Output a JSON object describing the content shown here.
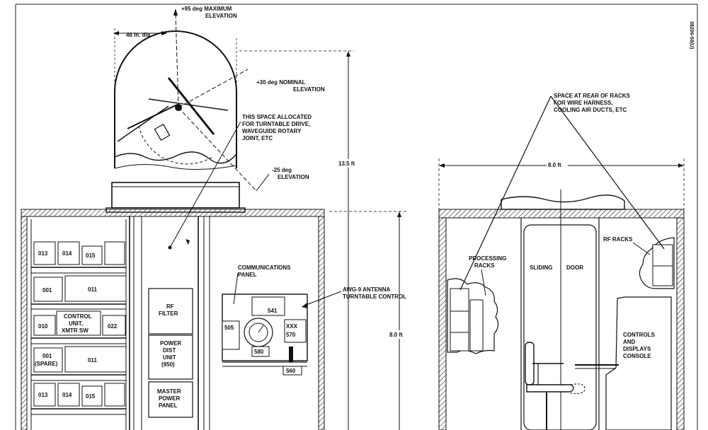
{
  "left_view": {
    "max_elev": "+95 deg MAXIMUM",
    "max_elev_2": "ELEVATION",
    "dia": "46 in. dia",
    "nom_elev": "+30 deg NOMINAL",
    "nom_elev_2": "ELEVATION",
    "space_1": "THIS SPACE ALLOCATED",
    "space_2": "FOR TURNTABLE DRIVE,",
    "space_3": "WAVEGUIDE ROTARY",
    "space_4": "JOINT, ETC",
    "neg_elev": "-25 deg",
    "neg_elev_2": "ELEVATION",
    "height_total": "13.5 ft",
    "height_shelter": "8.0 ft",
    "comm_1": "COMMUNICATIONS",
    "comm_2": "PANEL",
    "awg_1": "AWG-9 ANTENNA",
    "awg_2": "TURNTABLE CONTROL",
    "rack": {
      "r1": [
        "013",
        "014",
        "015"
      ],
      "r2": [
        "001",
        "011"
      ],
      "r3a": "010",
      "r3b_1": "CONTROL",
      "r3b_2": "UNIT,",
      "r3b_3": "XMTR SW",
      "r3c": "022",
      "r4a_1": "001",
      "r4a_2": "(SPARE)",
      "r4b": "011",
      "r5": [
        "013",
        "014",
        "015"
      ]
    },
    "rf_filter_1": "RF",
    "rf_filter_2": "FILTER",
    "pdu_1": "POWER",
    "pdu_2": "DIST",
    "pdu_3": "UNIT",
    "pdu_4": "(950)",
    "mpp_1": "MASTER",
    "mpp_2": "POWER",
    "mpp_3": "PANEL",
    "panel_nums": [
      "541",
      "505",
      "XXX",
      "570",
      "580",
      "560"
    ]
  },
  "right_view": {
    "rear_1": "SPACE AT REAR OF RACKS",
    "rear_2": "FOR WIRE HARNESS,",
    "rear_3": "COOLING AIR DUCTS, ETC",
    "width": "8.0 ft",
    "rf_racks": "RF RACKS",
    "proc_1": "PROCESSING",
    "proc_2": "RACKS",
    "sliding": "SLIDING",
    "door": "DOOR",
    "ctrl_1": "CONTROLS",
    "ctrl_2": "AND",
    "ctrl_3": "DISPLAYS",
    "ctrl_4": "CONSOLE"
  },
  "figure_id": "38206-58(U)"
}
